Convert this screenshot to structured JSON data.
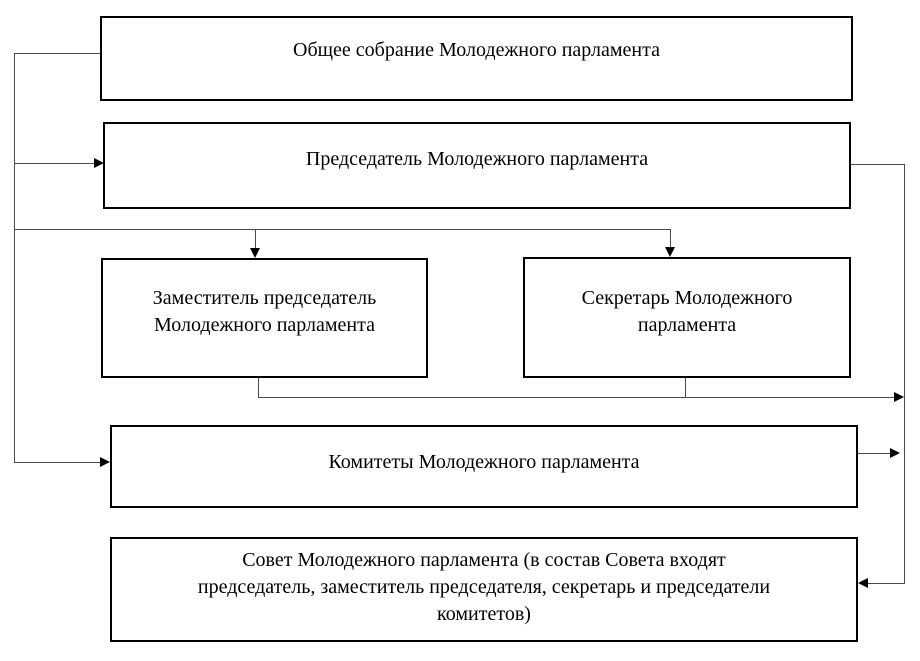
{
  "diagram": {
    "background": "#ffffff",
    "box_border_color": "#000000",
    "connector_color": "#4a4a4a",
    "text_color": "#000000"
  },
  "boxes": [
    {
      "id": "general-assembly",
      "label": "Общее собрание Молодежного парламента",
      "lines": [
        "Общее собрание Молодежного парламента"
      ]
    },
    {
      "id": "chairman",
      "label": "Председатель Молодежного парламента",
      "lines": [
        "Председатель Молодежного парламента"
      ]
    },
    {
      "id": "deputy-chairman",
      "label": "Заместитель председатель Молодежного парламента",
      "lines": [
        "Заместитель председатель",
        "Молодежного парламента"
      ]
    },
    {
      "id": "secretary",
      "label": "Секретарь Молодежного парламента",
      "lines": [
        "Секретарь Молодежного",
        "парламента"
      ]
    },
    {
      "id": "committees",
      "label": "Комитеты Молодежного парламента",
      "lines": [
        "Комитеты Молодежного парламента"
      ]
    },
    {
      "id": "council",
      "label": "Совет Молодежного парламента (в состав Совета входят председатель, заместитель председателя, секретарь и председатели комитетов)",
      "lines": [
        "Совет Молодежного парламента (в состав Совета входят",
        "председатель, заместитель председателя, секретарь и председатели",
        "комитетов)"
      ]
    }
  ],
  "edges": [
    {
      "from": "general-assembly",
      "to": "left-rail",
      "arrow": false
    },
    {
      "from": "left-rail",
      "to": "chairman",
      "arrow": true
    },
    {
      "from": "chairman",
      "to": "deputy-chairman",
      "arrow": true
    },
    {
      "from": "chairman",
      "to": "secretary",
      "arrow": true
    },
    {
      "from": "left-rail",
      "to": "committees",
      "arrow": true
    },
    {
      "from": "chairman",
      "to": "right-rail",
      "arrow": false
    },
    {
      "from": "deputy-chairman",
      "to": "right-rail",
      "arrow": true
    },
    {
      "from": "secretary",
      "to": "right-rail",
      "arrow": true
    },
    {
      "from": "committees",
      "to": "right-rail",
      "arrow": true
    },
    {
      "from": "right-rail",
      "to": "council",
      "arrow": true
    }
  ]
}
